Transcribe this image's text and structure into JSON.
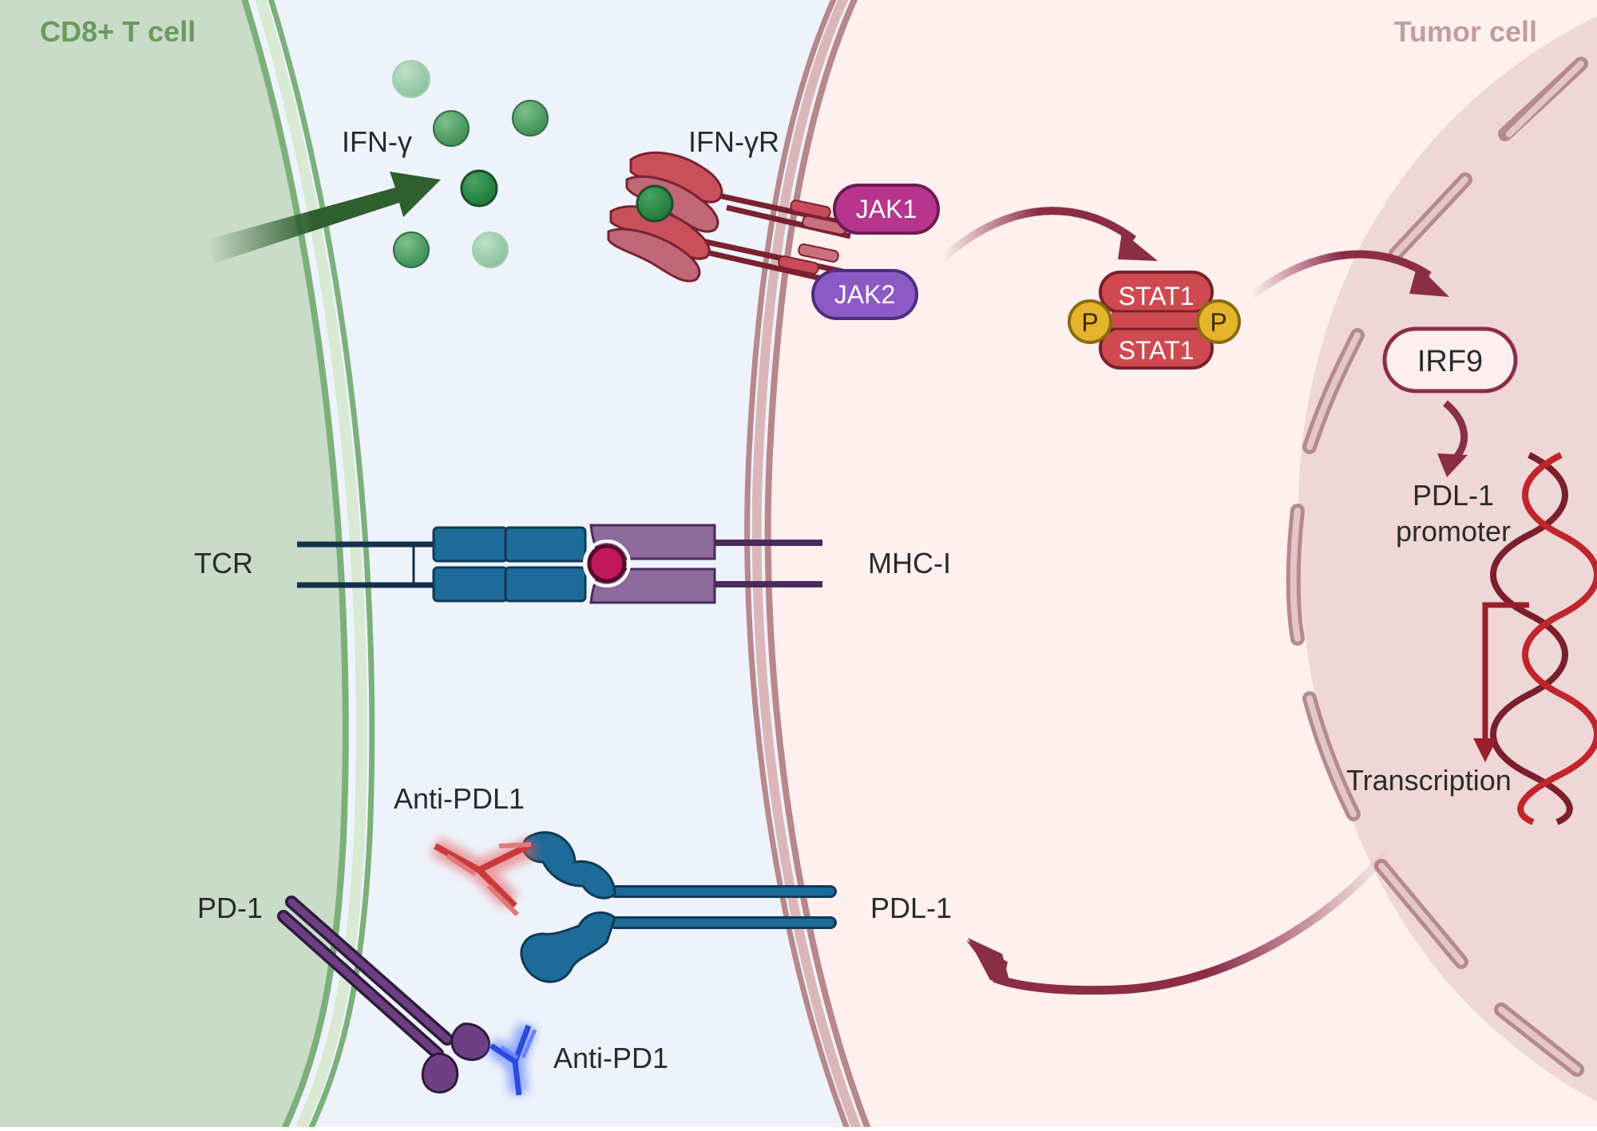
{
  "cells": {
    "t_cell_label": "CD8+ T cell",
    "tumor_cell_label": "Tumor cell"
  },
  "labels": {
    "ifn_gamma": "IFN-γ",
    "ifn_gamma_receptor": "IFN-γR",
    "jak1": "JAK1",
    "jak2": "JAK2",
    "stat1_top": "STAT1",
    "stat1_bottom": "STAT1",
    "phospho_left": "P",
    "phospho_right": "P",
    "irf9": "IRF9",
    "pdl1_promoter_line1": "PDL-1",
    "pdl1_promoter_line2": "promoter",
    "transcription": "Transcription",
    "tcr": "TCR",
    "mhc1": "MHC-I",
    "anti_pdl1": "Anti-PDL1",
    "pd1": "PD-1",
    "pdl1": "PDL-1",
    "anti_pd1": "Anti-PD1"
  },
  "colors": {
    "t_cell_fill": "#c8dcc8",
    "synapse_fill": "#eef3fb",
    "tumor_fill": "#fdf0ef",
    "nucleus_fill": "#efd7d7",
    "t_membrane": "#7cb07a",
    "tumor_membrane": "#c9a0a3",
    "arrow_red": "#8c2d48",
    "tcr_blue": "#1c6b99",
    "mhc_purple": "#8e6a9c",
    "jak1": "#b8358e",
    "jak2": "#8c5ac4",
    "stat1": "#cf4a50",
    "phospho": "#e4b52a",
    "dna": "#c0242c"
  },
  "icons": [
    "ifn-gamma-molecule",
    "ifn-gamma-receptor",
    "tcr-complex",
    "mhc-complex",
    "antibody",
    "dna-helix",
    "pd1-receptor",
    "pdl1-ligand"
  ]
}
